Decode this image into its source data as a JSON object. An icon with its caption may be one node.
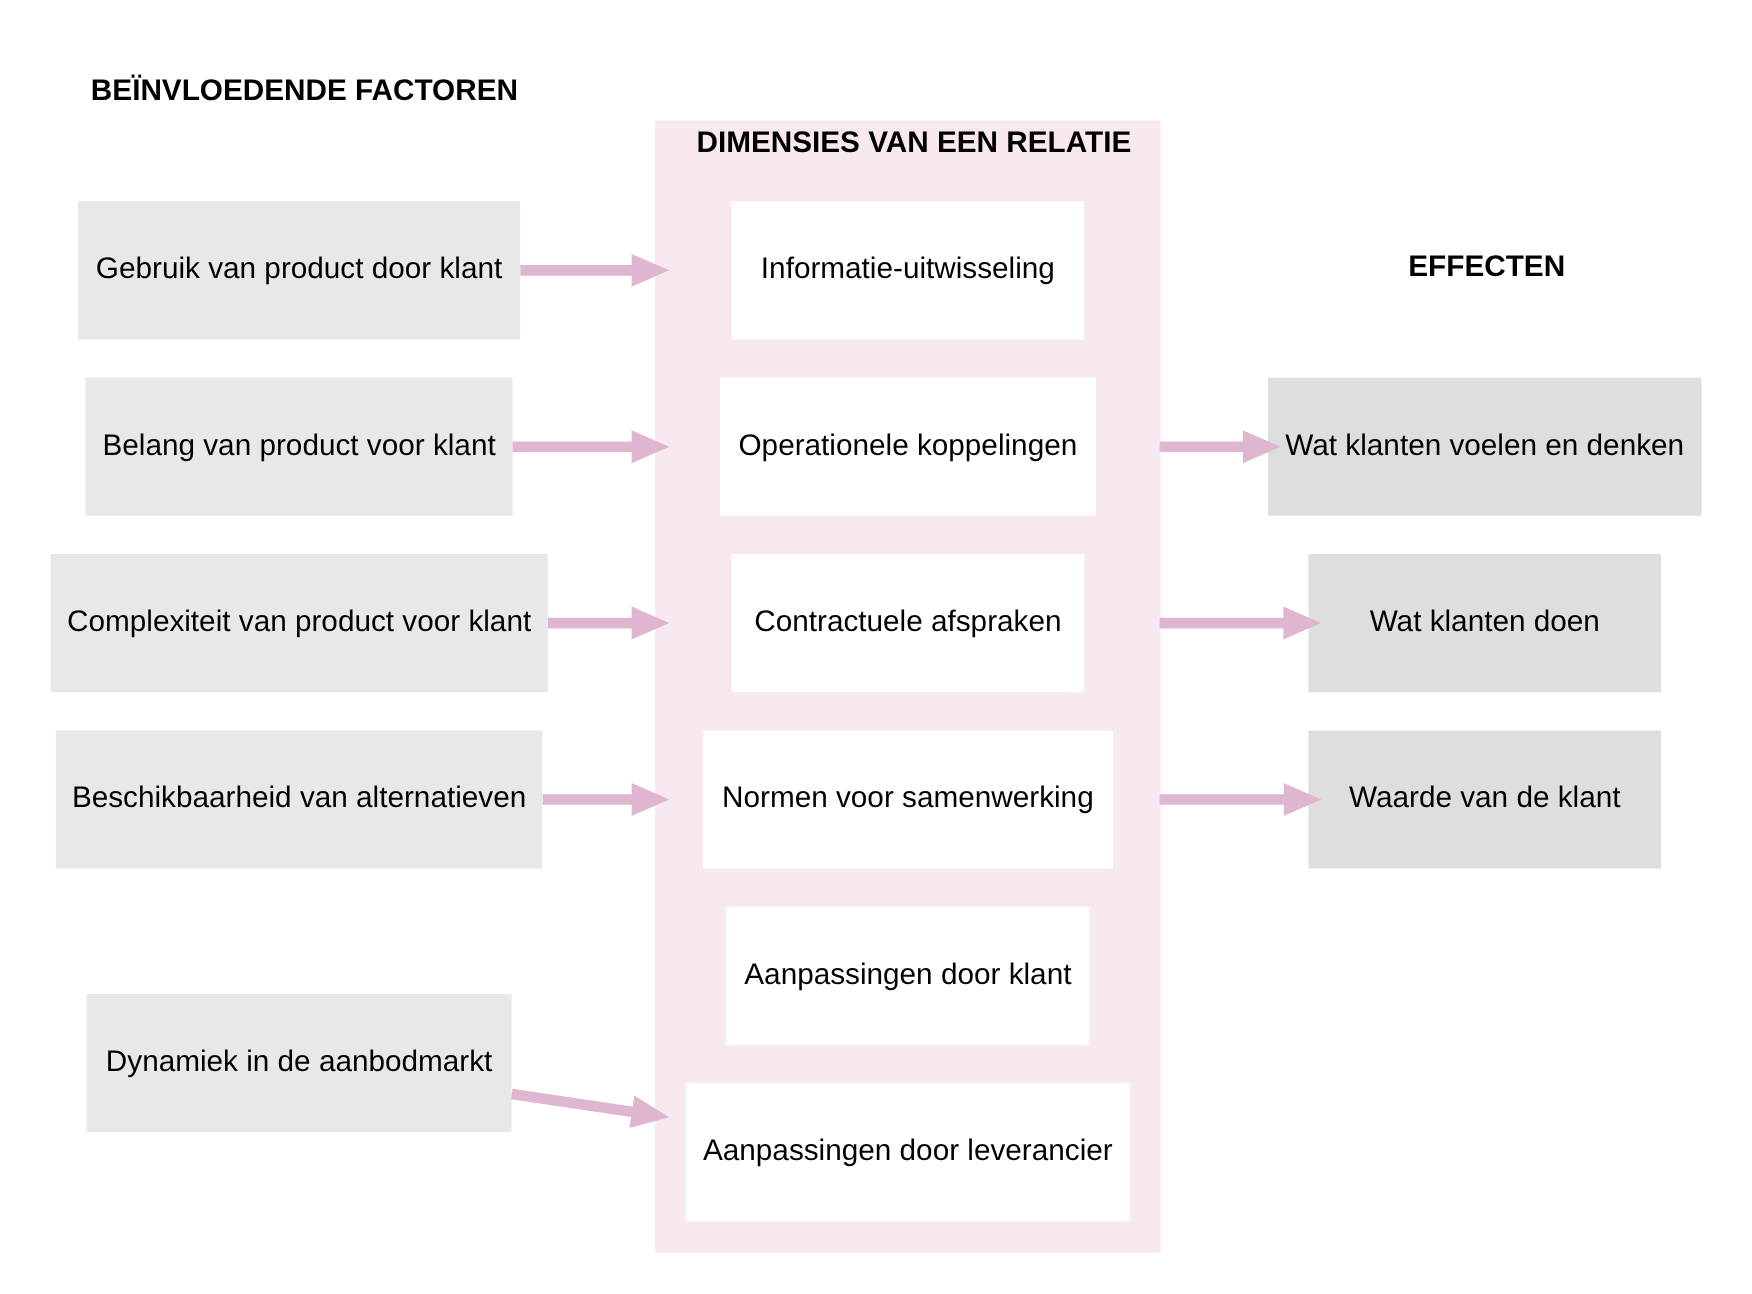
{
  "diagram": {
    "nodes": [
      {
        "text": [
          "DIMENSIES VAN EEN RELATIE"
        ]
      },
      {
        "text": [
          "Informatie-uitwisseling"
        ],
        "in": 0
      },
      {
        "text": [
          "Operationele koppelingen"
        ],
        "in": 0
      },
      {
        "text": [
          "Contractuele afspraken"
        ],
        "in": 0
      },
      {
        "text": [
          "Normen voor samenwerking"
        ],
        "in": 0
      },
      {
        "text": [
          "Aanpassingen door leverancier"
        ],
        "in": 0
      },
      {
        "text": [
          "Aanpassingen door klant"
        ],
        "in": 0
      },
      {
        "text": [
          "Gebruik van product door klant"
        ]
      },
      {
        "text": [
          "Belang van product voor klant"
        ]
      },
      {
        "text": [
          "Complexiteit van product voor klant"
        ]
      },
      {
        "text": [
          "Beschikbaarheid van alternatieven"
        ]
      },
      {
        "text": [
          "Dynamiek in de aanbodmarkt"
        ]
      },
      {
        "text": [
          "Wat klanten voelen en denken"
        ]
      },
      {
        "text": [
          "Wat klanten doen"
        ]
      },
      {
        "text": [
          "Waarde van de klant"
        ]
      }
    ],
    "edges": [
      {
        "from": 7,
        "to": 0,
        "arrow": "to"
      },
      {
        "from": 8,
        "to": 0,
        "arrow": "to"
      },
      {
        "from": 9,
        "to": 0,
        "arrow": "to"
      },
      {
        "from": 10,
        "to": 0,
        "arrow": "to"
      },
      {
        "from": 11,
        "to": 0,
        "arrow": "to"
      },
      {
        "from": 0,
        "to": 12,
        "arrow": "to"
      },
      {
        "from": 0,
        "to": 13,
        "arrow": "to"
      },
      {
        "from": 0,
        "to": 14,
        "arrow": "to"
      }
    ],
    "labels": [
      "BEÏNVLOEDENDE FACTOREN",
      "EFFECTEN"
    ]
  }
}
